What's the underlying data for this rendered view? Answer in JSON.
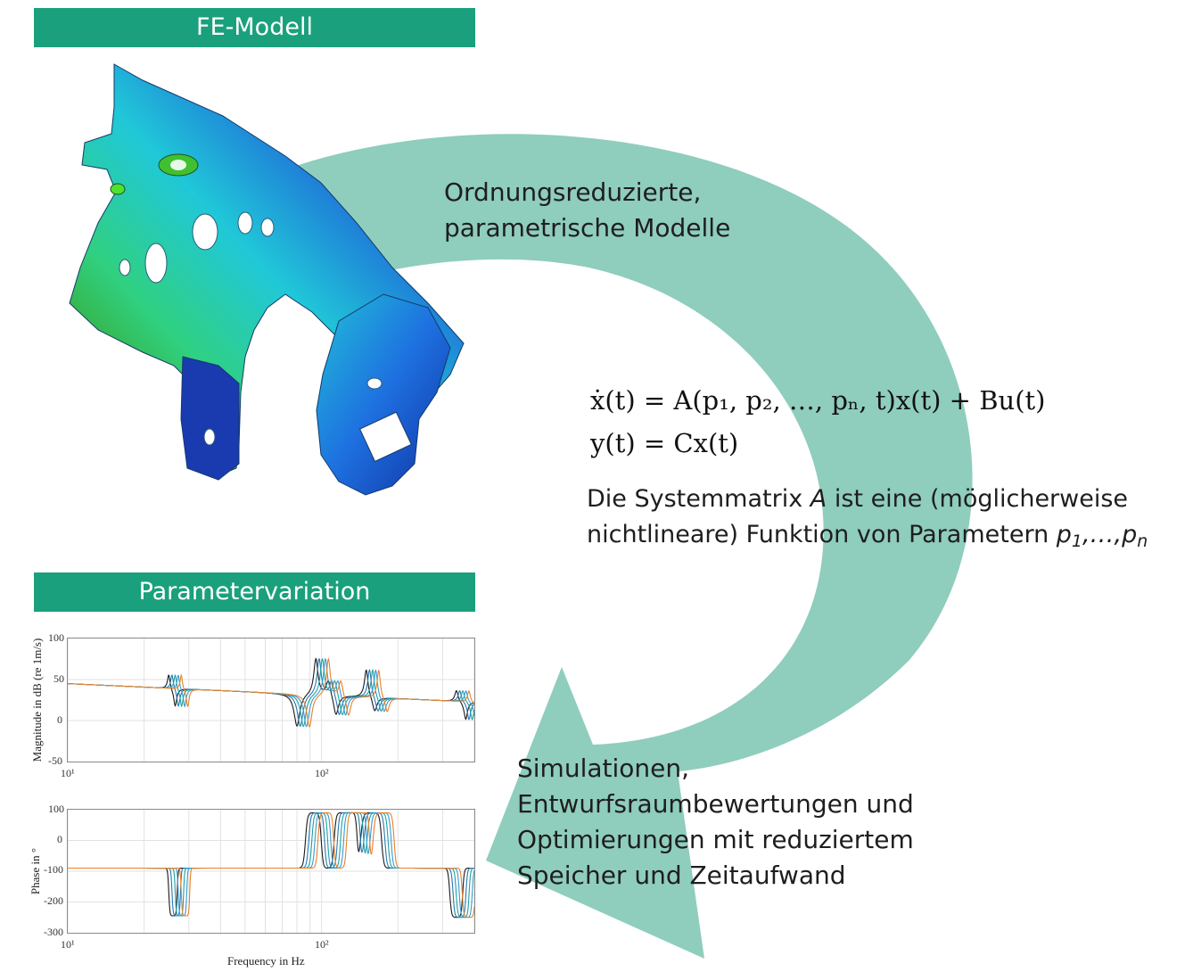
{
  "banners": {
    "fe_model": "FE-Modell",
    "parameter_variation": "Parametervariation"
  },
  "labels": {
    "reduced_models_line1": "Ordnungsreduzierte,",
    "reduced_models_line2": "parametrische Modelle",
    "system_desc_line1_a": "Die Systemmatrix ",
    "system_desc_A": "A",
    "system_desc_line1_b": " ist eine (möglicherweise",
    "system_desc_line2": "nichtlineare) Funktion von Parametern ",
    "sim_line1": "Simulationen,",
    "sim_line2": "Entwurfsraumbewertungen und",
    "sim_line3": "Optimierungen mit reduziertem",
    "sim_line4": "Speicher und Zeitaufwand"
  },
  "equations": {
    "eq1": "ẋ(t) = A(p₁, p₂, …, pₙ, t)x(t) + Bu(t)",
    "eq2": "y(t) = Cx(t)"
  },
  "colors": {
    "banner": "#1aa07c",
    "arrow": "#8fcdbd",
    "series_dark": "#1a1a1a",
    "series_blue": "#2878b5",
    "series_teal": "#1aa3a3",
    "series_orange": "#e8822a"
  },
  "chart_data": [
    {
      "type": "line",
      "ylabel": "Magnitude in dB (re 1m/s)",
      "xlabel": "",
      "xscale": "log",
      "xlim": [
        10,
        400
      ],
      "ylim": [
        -50,
        100
      ],
      "yticks": [
        "100",
        "50",
        "0",
        "-50"
      ],
      "xticks": [
        "10¹",
        "10²"
      ],
      "grid": true,
      "series_count": 5,
      "base_resonances_hz": [
        25,
        80,
        95,
        150
      ],
      "parameter_shift_factors": [
        1.0,
        1.03,
        1.06,
        1.09,
        1.12
      ]
    },
    {
      "type": "line",
      "ylabel": "Phase in °",
      "xlabel": "Frequency in Hz",
      "xscale": "log",
      "xlim": [
        10,
        400
      ],
      "ylim": [
        -300,
        100
      ],
      "yticks": [
        "100",
        "0",
        "-100",
        "-200",
        "-300"
      ],
      "xticks": [
        "10¹",
        "10²"
      ],
      "grid": true,
      "series_count": 5,
      "base_resonances_hz": [
        25,
        80,
        95,
        150
      ],
      "parameter_shift_factors": [
        1.0,
        1.03,
        1.06,
        1.09,
        1.12
      ]
    }
  ]
}
